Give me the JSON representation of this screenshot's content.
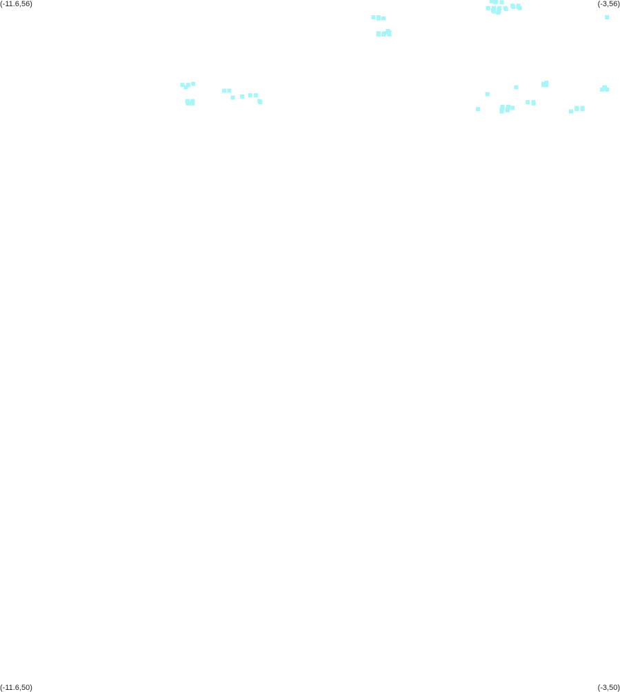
{
  "corners": {
    "top_left": "(-11.6,56)",
    "top_right": "(-3,56)",
    "bottom_left": "(-11.6,50)",
    "bottom_right": "(-3,50)"
  },
  "map": {
    "lon_range": [
      -11.6,
      -3
    ],
    "lat_range": [
      50,
      56
    ],
    "marker_color": "#a6f5f7",
    "marker_shape": "square"
  },
  "markers": [
    [
      -4.78,
      55.99
    ],
    [
      -4.72,
      55.99
    ],
    [
      -4.73,
      55.98
    ],
    [
      -4.64,
      55.98
    ],
    [
      -4.72,
      55.99
    ],
    [
      -4.49,
      55.95
    ],
    [
      -4.41,
      55.95
    ],
    [
      -4.48,
      55.94
    ],
    [
      -4.41,
      55.94
    ],
    [
      -4.39,
      55.93
    ],
    [
      -4.75,
      55.93
    ],
    [
      -4.67,
      55.93
    ],
    [
      -4.59,
      55.93
    ],
    [
      -4.83,
      55.93
    ],
    [
      -4.75,
      55.92
    ],
    [
      -4.68,
      55.92
    ],
    [
      -4.58,
      55.92
    ],
    [
      -4.76,
      55.91
    ],
    [
      -4.68,
      55.91
    ],
    [
      -4.75,
      55.9
    ],
    [
      -4.68,
      55.9
    ],
    [
      -4.69,
      55.89
    ],
    [
      -3.18,
      55.85
    ],
    [
      -6.42,
      55.85
    ],
    [
      -6.35,
      55.85
    ],
    [
      -6.35,
      55.84
    ],
    [
      -6.28,
      55.84
    ],
    [
      -6.22,
      55.73
    ],
    [
      -6.22,
      55.72
    ],
    [
      -6.2,
      55.72
    ],
    [
      -6.35,
      55.71
    ],
    [
      -6.27,
      55.71
    ],
    [
      -6.2,
      55.71
    ],
    [
      -6.35,
      55.7
    ],
    [
      -6.28,
      55.7
    ],
    [
      -6.2,
      55.7
    ],
    [
      -4.02,
      55.28
    ],
    [
      -4.06,
      55.27
    ],
    [
      -4.02,
      55.27
    ],
    [
      -4.06,
      55.26
    ],
    [
      -4.02,
      55.26
    ],
    [
      -9.07,
      55.26
    ],
    [
      -8.99,
      55.26
    ],
    [
      -8.92,
      55.27
    ],
    [
      -3.21,
      55.24
    ],
    [
      -3.22,
      55.23
    ],
    [
      -3.21,
      55.23
    ],
    [
      -3.25,
      55.22
    ],
    [
      -3.18,
      55.22
    ],
    [
      -9.02,
      55.24
    ],
    [
      -4.44,
      55.24
    ],
    [
      -8.49,
      55.21
    ],
    [
      -8.42,
      55.21
    ],
    [
      -4.84,
      55.18
    ],
    [
      -8.13,
      55.17
    ],
    [
      -8.05,
      55.17
    ],
    [
      -8.24,
      55.16
    ],
    [
      -8.37,
      55.15
    ],
    [
      -9.0,
      55.12
    ],
    [
      -8.93,
      55.12
    ],
    [
      -8.0,
      55.12
    ],
    [
      -9.0,
      55.11
    ],
    [
      -8.93,
      55.11
    ],
    [
      -7.99,
      55.11
    ],
    [
      -8.99,
      55.1
    ],
    [
      -8.93,
      55.1
    ],
    [
      -4.28,
      55.11
    ],
    [
      -4.2,
      55.11
    ],
    [
      -4.2,
      55.1
    ],
    [
      -4.63,
      55.07
    ],
    [
      -4.55,
      55.07
    ],
    [
      -4.63,
      55.06
    ],
    [
      -4.49,
      55.06
    ],
    [
      -4.97,
      55.05
    ],
    [
      -3.6,
      55.06
    ],
    [
      -3.52,
      55.06
    ],
    [
      -3.6,
      55.05
    ],
    [
      -3.52,
      55.05
    ],
    [
      -4.64,
      55.05
    ],
    [
      -4.56,
      55.05
    ],
    [
      -4.64,
      55.04
    ],
    [
      -4.56,
      55.04
    ],
    [
      -4.64,
      55.03
    ],
    [
      -3.68,
      55.03
    ]
  ]
}
